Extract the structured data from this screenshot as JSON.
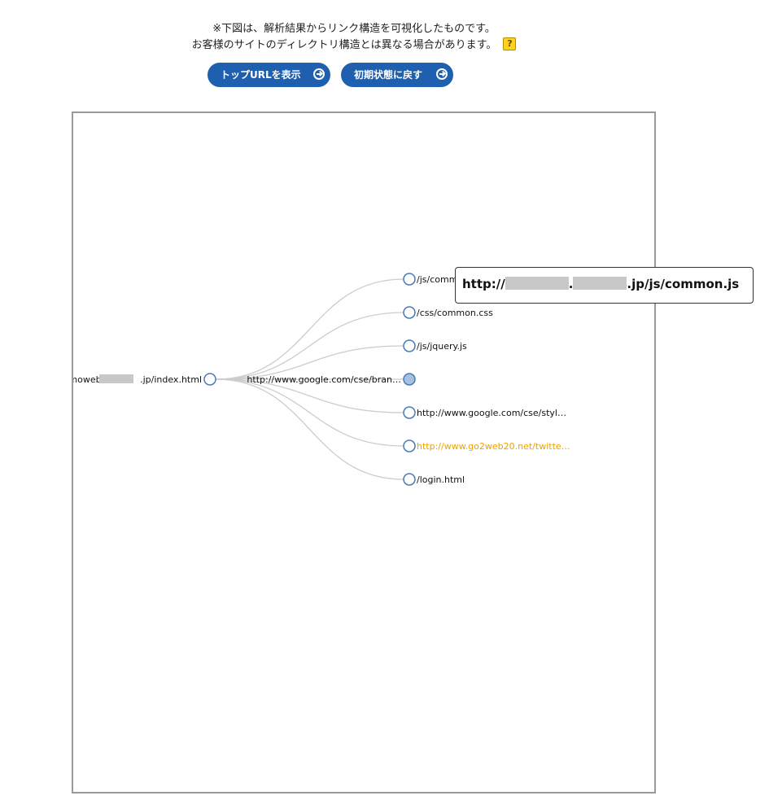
{
  "notice": {
    "line1": "※下図は、解析結果からリンク構造を可視化したものです。",
    "line2": "お客様のサイトのディレクトリ構造とは異なる場合があります。",
    "help": "?"
  },
  "buttons": {
    "show_top_url": "トップURLを表示",
    "reset": "初期状態に戻す"
  },
  "tree": {
    "root": {
      "label_prefix": "emoweb.",
      "label_suffix": ".jp/index.html"
    },
    "middle": {
      "label": "http://www.google.com/cse/bran…"
    },
    "children": [
      {
        "label": "/js/comm",
        "color": "#111111",
        "selected": false
      },
      {
        "label": "/css/common.css",
        "color": "#111111",
        "selected": false
      },
      {
        "label": "/js/jquery.js",
        "color": "#111111",
        "selected": false
      },
      {
        "label": "",
        "color": "#111111",
        "selected": true
      },
      {
        "label": "http://www.google.com/cse/styl…",
        "color": "#111111",
        "selected": false
      },
      {
        "label": "http://www.go2web20.net/twitte…",
        "color": "#f0a000",
        "selected": false
      },
      {
        "label": "/login.html",
        "color": "#111111",
        "selected": false
      }
    ],
    "colors": {
      "link": "#cccccc",
      "node_stroke": "#4a7ab5",
      "selected_fill": "#a8c0e0"
    }
  },
  "tooltip": {
    "prefix": "http://",
    "dot": ".",
    "suffix": ".jp/js/common.js"
  }
}
